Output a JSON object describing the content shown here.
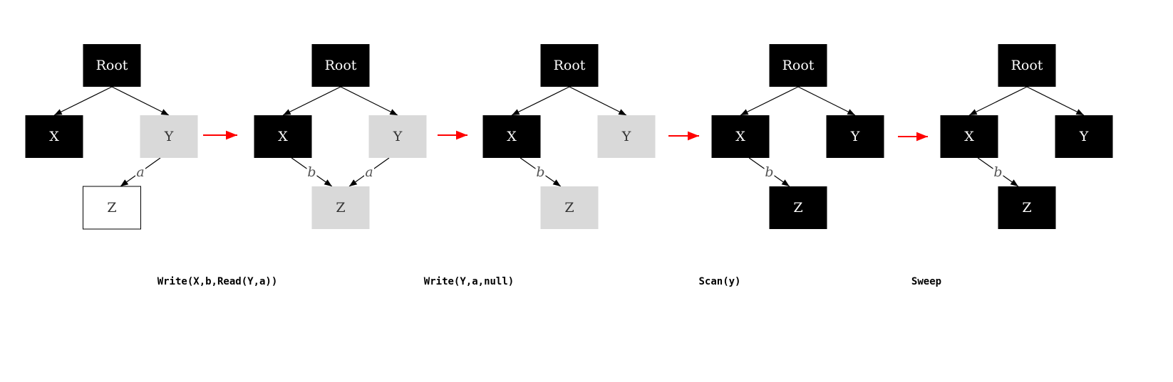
{
  "colors": {
    "black_node": "#000000",
    "gray_node": "#d9d9d9",
    "white_node": "#ffffff",
    "edge": "#000000",
    "transition_arrow": "#ff0000"
  },
  "panels": [
    {
      "nodes": [
        {
          "id": "root",
          "label": "Root",
          "color": "black"
        },
        {
          "id": "x",
          "label": "X",
          "color": "black"
        },
        {
          "id": "y",
          "label": "Y",
          "color": "gray"
        },
        {
          "id": "z",
          "label": "Z",
          "color": "white"
        }
      ],
      "edges": [
        {
          "from": "root",
          "to": "x",
          "label": ""
        },
        {
          "from": "root",
          "to": "y",
          "label": ""
        },
        {
          "from": "y",
          "to": "z",
          "label": "a"
        }
      ]
    },
    {
      "nodes": [
        {
          "id": "root",
          "label": "Root",
          "color": "black"
        },
        {
          "id": "x",
          "label": "X",
          "color": "black"
        },
        {
          "id": "y",
          "label": "Y",
          "color": "gray"
        },
        {
          "id": "z",
          "label": "Z",
          "color": "gray"
        }
      ],
      "edges": [
        {
          "from": "root",
          "to": "x",
          "label": ""
        },
        {
          "from": "root",
          "to": "y",
          "label": ""
        },
        {
          "from": "x",
          "to": "z",
          "label": "b"
        },
        {
          "from": "y",
          "to": "z",
          "label": "a"
        }
      ]
    },
    {
      "nodes": [
        {
          "id": "root",
          "label": "Root",
          "color": "black"
        },
        {
          "id": "x",
          "label": "X",
          "color": "black"
        },
        {
          "id": "y",
          "label": "Y",
          "color": "gray"
        },
        {
          "id": "z",
          "label": "Z",
          "color": "gray"
        }
      ],
      "edges": [
        {
          "from": "root",
          "to": "x",
          "label": ""
        },
        {
          "from": "root",
          "to": "y",
          "label": ""
        },
        {
          "from": "x",
          "to": "z",
          "label": "b"
        }
      ]
    },
    {
      "nodes": [
        {
          "id": "root",
          "label": "Root",
          "color": "black"
        },
        {
          "id": "x",
          "label": "X",
          "color": "black"
        },
        {
          "id": "y",
          "label": "Y",
          "color": "black"
        },
        {
          "id": "z",
          "label": "Z",
          "color": "black"
        }
      ],
      "edges": [
        {
          "from": "root",
          "to": "x",
          "label": ""
        },
        {
          "from": "root",
          "to": "y",
          "label": ""
        },
        {
          "from": "x",
          "to": "z",
          "label": "b"
        }
      ]
    },
    {
      "nodes": [
        {
          "id": "root",
          "label": "Root",
          "color": "black"
        },
        {
          "id": "x",
          "label": "X",
          "color": "black"
        },
        {
          "id": "y",
          "label": "Y",
          "color": "black"
        },
        {
          "id": "z",
          "label": "Z",
          "color": "black"
        }
      ],
      "edges": [
        {
          "from": "root",
          "to": "x",
          "label": ""
        },
        {
          "from": "root",
          "to": "y",
          "label": ""
        },
        {
          "from": "x",
          "to": "z",
          "label": "b"
        }
      ]
    }
  ],
  "steps": [
    "Write(X,b,Read(Y,a))",
    "Write(Y,a,null)",
    "Scan(y)",
    "Sweep"
  ]
}
